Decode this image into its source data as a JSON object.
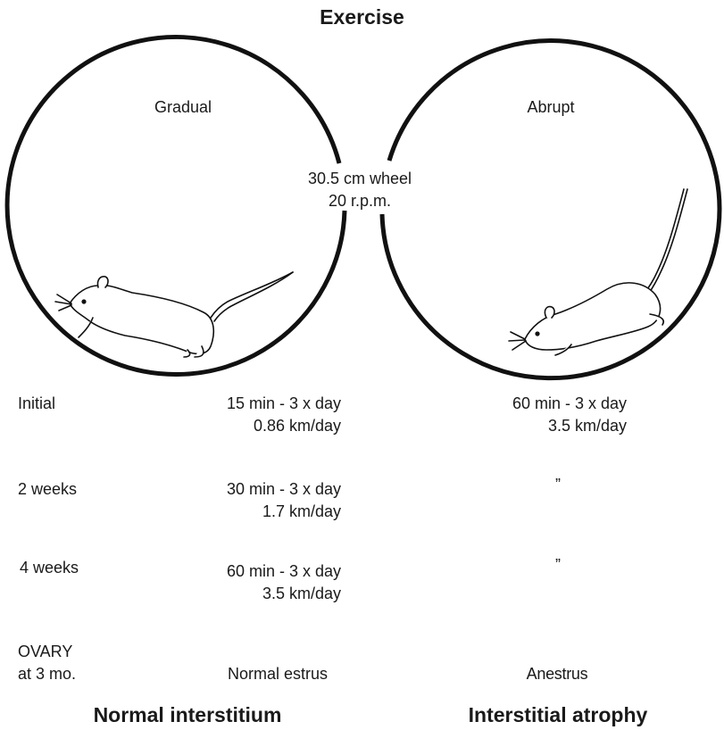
{
  "title": "Exercise",
  "wheels": {
    "left_label": "Gradual",
    "right_label": "Abrupt",
    "spec_line1": "30.5 cm wheel",
    "spec_line2": "20 r.p.m."
  },
  "schedule": [
    {
      "label": "Initial",
      "gradual_line1": "15 min - 3 x day",
      "gradual_line2": "0.86 km/day",
      "abrupt_line1": "60 min - 3 x day",
      "abrupt_line2": "3.5 km/day"
    },
    {
      "label": "2 weeks",
      "gradual_line1": "30 min - 3 x day",
      "gradual_line2": "1.7 km/day",
      "abrupt_line1": "”"
    },
    {
      "label": "4 weeks",
      "gradual_line1": "60 min - 3 x day",
      "gradual_line2": "3.5 km/day",
      "abrupt_line1": "”"
    }
  ],
  "ovary": {
    "label_line1": "OVARY",
    "label_line2": "at 3 mo.",
    "gradual": "Normal estrus",
    "abrupt": "Anestrus"
  },
  "outcomes": {
    "gradual": "Normal interstitium",
    "abrupt": "Interstitial atrophy"
  }
}
